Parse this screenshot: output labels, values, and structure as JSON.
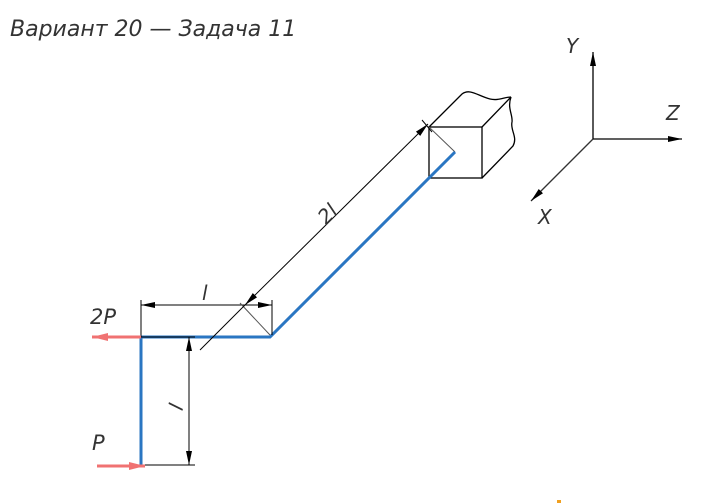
{
  "title": "Вариант 20 — Задача 11",
  "labels": {
    "force_top": "2P",
    "force_bottom": "P",
    "dim_horizontal": "l",
    "dim_vertical": "l",
    "dim_diagonal": "2l",
    "axis_x": "X",
    "axis_y": "Y",
    "axis_z": "Z"
  },
  "colors": {
    "beam": "#2a76c2",
    "force": "#f07272",
    "line": "#000000"
  }
}
